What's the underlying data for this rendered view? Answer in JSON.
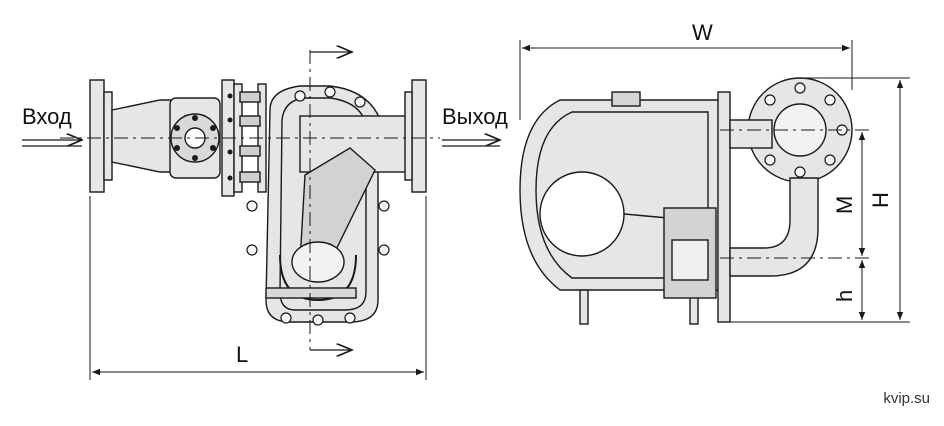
{
  "labels": {
    "inlet": "Вход",
    "outlet": "Выход",
    "dim_L": "L",
    "dim_W": "W",
    "dim_H": "H",
    "dim_M": "M",
    "dim_h": "h"
  },
  "watermark": "kvip.su",
  "colors": {
    "line": "#1a1a1a",
    "body_fill": "#e6e6e6",
    "body_fill_dark": "#cfcfcf",
    "background": "#ffffff"
  }
}
